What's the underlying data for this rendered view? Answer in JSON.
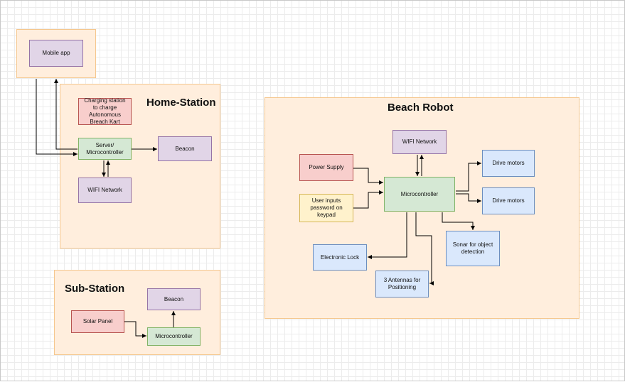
{
  "groups": {
    "mobile": {},
    "home_station": {
      "title": "Home-Station"
    },
    "sub_station": {
      "title": "Sub-Station"
    },
    "beach_robot": {
      "title": "Beach Robot"
    }
  },
  "nodes": {
    "mobile_app": "Mobile app",
    "charging_station": "Charging station to charge Autonomous Breach Kart",
    "home_server": "Server/ Microcontroller",
    "home_beacon": "Beacon",
    "home_wifi": "WIFI Network",
    "sub_beacon": "Beacon",
    "sub_solar": "Solar Panel",
    "sub_micro": "Microcontroller",
    "robot_wifi": "WIFI Network",
    "power_supply": "Power Supply",
    "keypad": "User inputs password on keypad",
    "robot_micro": "Microcontroller",
    "drive_motors_1": "Drive motors",
    "drive_motors_2": "Drive motors",
    "sonar": "Sonar for object detection",
    "electronic_lock": "Electronic Lock",
    "antennas": "3 Antennas for Positioning"
  },
  "colors": {
    "group_fill": "#ffeedd",
    "group_stroke": "#f5c78e",
    "purple_fill": "#e1d5e7",
    "green_fill": "#d5e8d4",
    "red_fill": "#f8cecc",
    "blue_fill": "#dae8fc",
    "yellow_fill": "#fff2cc",
    "edge": "#000000"
  }
}
